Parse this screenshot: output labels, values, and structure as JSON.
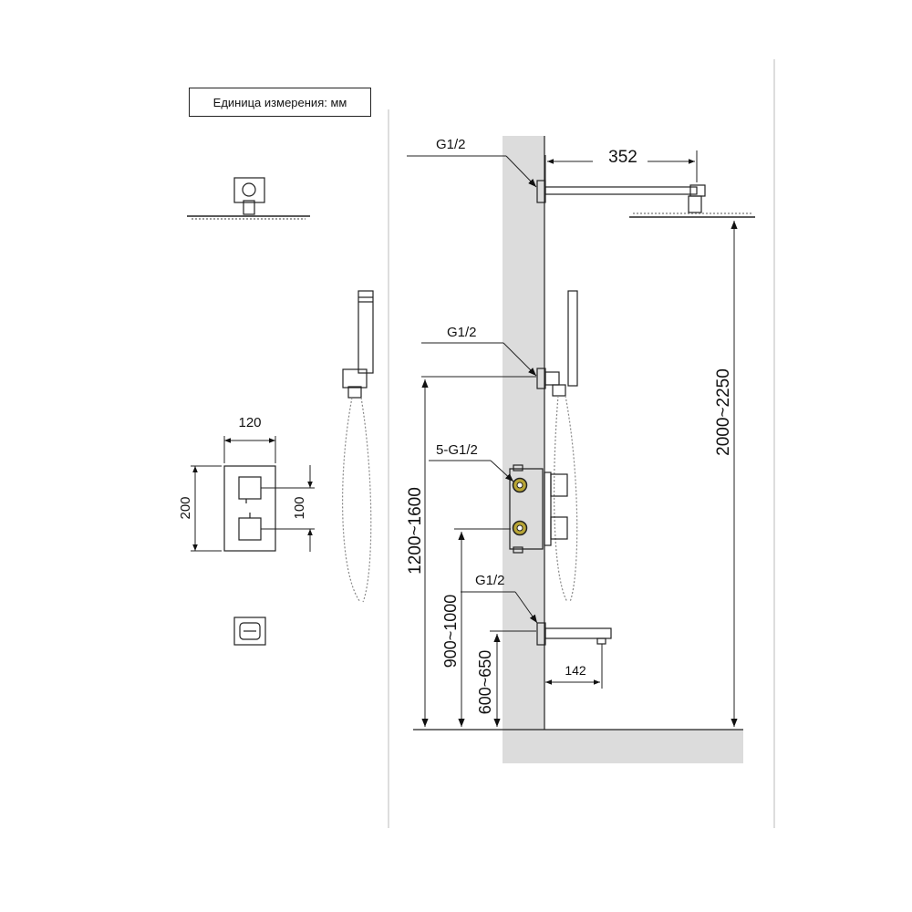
{
  "unit_label": "Единица измерения: мм",
  "colors": {
    "wall": "#dcdcdc",
    "line": "#222222",
    "fitting_ring": "#b8a536"
  },
  "labels": {
    "g12_top": "G1/2",
    "g12_mid": "G1/2",
    "five_g12": "5-G1/2",
    "g12_bottom": "G1/2"
  },
  "dimensions": {
    "arm_length": "352",
    "shower_height": "2000~2250",
    "mixer_height": "1200~1600",
    "spout_height_a": "900~1000",
    "spout_height_b": "600~650",
    "spout_length": "142",
    "panel_width": "120",
    "panel_height": "200",
    "knob_spacing": "100"
  }
}
